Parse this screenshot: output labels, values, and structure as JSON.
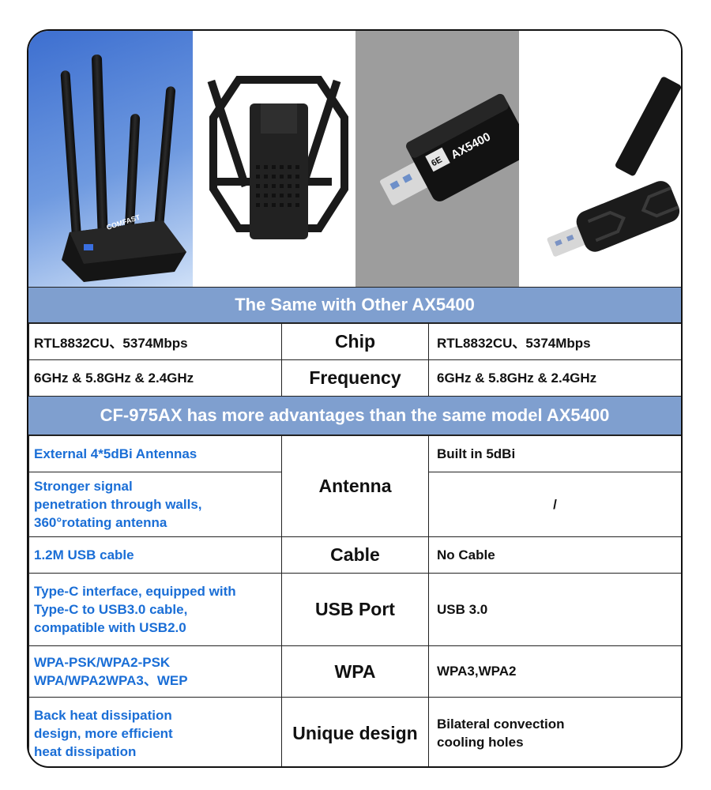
{
  "images": [
    {
      "name": "four-antenna-adapter",
      "brand_text": "COMFAST"
    },
    {
      "name": "folded-antenna-adapter"
    },
    {
      "name": "ax5400-usb-stick",
      "badge_text": "6E",
      "model_text": "AX5400"
    },
    {
      "name": "usb-stick-with-flip-antenna"
    }
  ],
  "banner_same": "The Same with Other AX5400",
  "same_rows": [
    {
      "left": "RTL8832CU、5374Mbps",
      "feature": "Chip",
      "right": "RTL8832CU、5374Mbps"
    },
    {
      "left": "6GHz & 5.8GHz & 2.4GHz",
      "feature": "Frequency",
      "right": "6GHz & 5.8GHz & 2.4GHz"
    }
  ],
  "banner_advantages": "CF-975AX has more advantages than the same model AX5400",
  "antenna": {
    "feature": "Antenna",
    "left_1": "External 4*5dBi Antennas",
    "right_1": "Built in 5dBi",
    "left_2": [
      "Stronger signal",
      "penetration through walls,",
      "360°rotating antenna"
    ],
    "right_2": "/"
  },
  "adv_rows": {
    "cable": {
      "left": "1.2M USB cable",
      "feature": "Cable",
      "right": "No Cable"
    },
    "usb": {
      "left": [
        "Type-C interface, equipped with",
        "Type-C to USB3.0 cable,",
        "compatible with USB2.0"
      ],
      "feature": "USB Port",
      "right": "USB 3.0"
    },
    "wpa": {
      "left": [
        "WPA-PSK/WPA2-PSK",
        "WPA/WPA2WPA3、WEP"
      ],
      "feature": "WPA",
      "right": "WPA3,WPA2"
    },
    "design": {
      "left": [
        "Back heat dissipation",
        "design, more efficient",
        "heat dissipation"
      ],
      "feature": "Unique design",
      "right": [
        "Bilateral convection",
        "cooling holes"
      ]
    }
  },
  "colors": {
    "banner_bg": "#7f9fcf",
    "advantage_text": "#1a6ed6",
    "border": "#222222"
  }
}
